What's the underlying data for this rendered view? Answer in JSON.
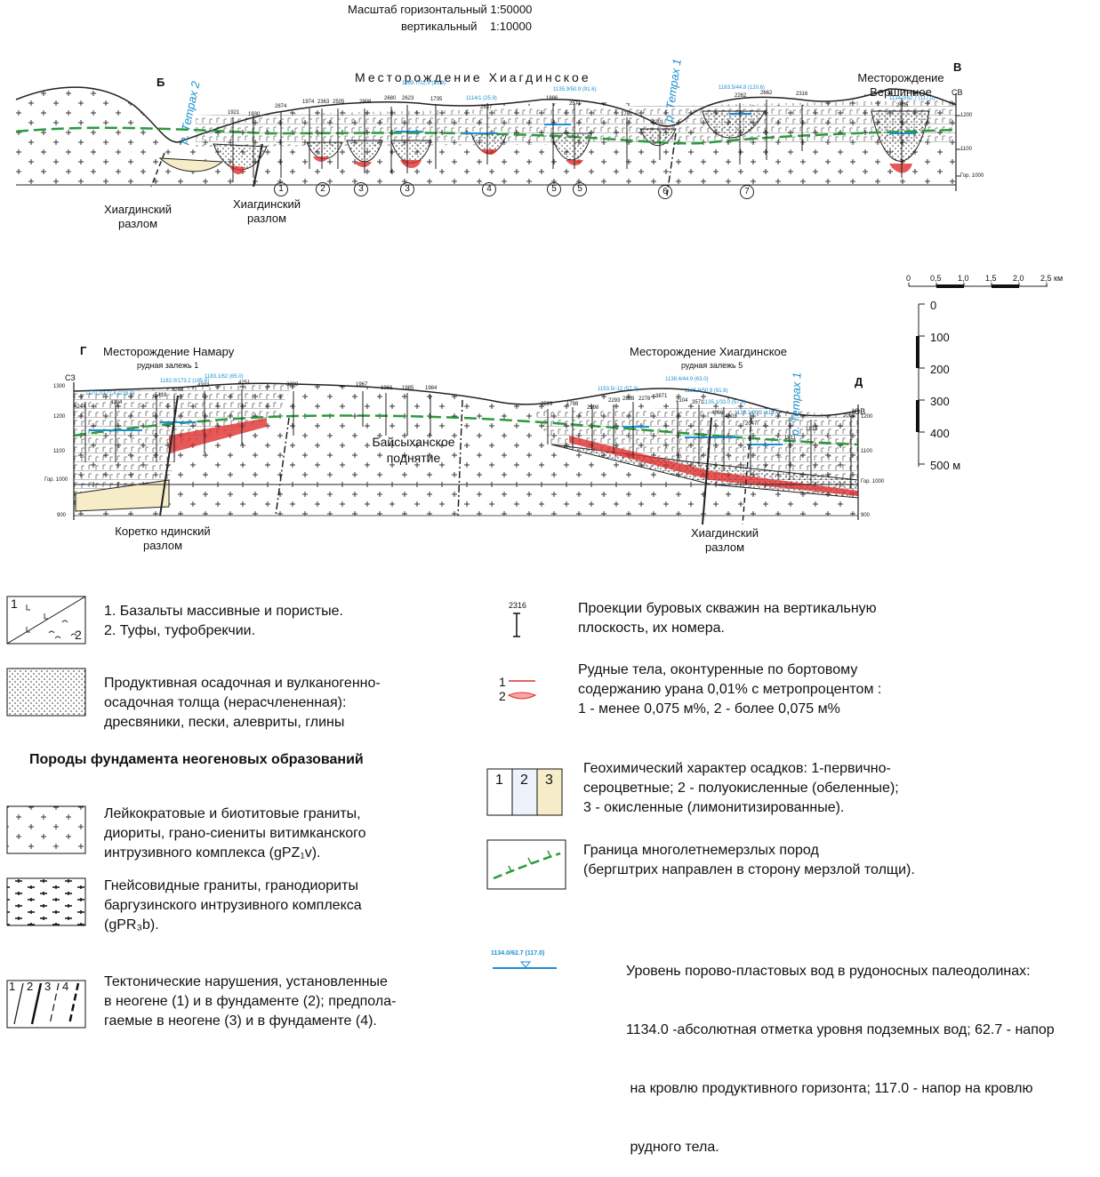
{
  "header": {
    "scale_h": "Масштаб горизонтальный 1:50000",
    "scale_v": "вертикальный    1:10000"
  },
  "section1": {
    "corner_left": "Б",
    "corner_right": "В",
    "deposit_title": "Месторождение  Хиагдинское",
    "deposit2_title_line1": "Месторождение",
    "deposit2_title_line2": "Вершинное",
    "river1": "р. Тетрах 2",
    "river2": "р. Тетрах 1",
    "dir_right": "СВ",
    "fault1_line1": "Хиагдинский",
    "fault1_line2": "разлом",
    "fault2_line1": "Хиагдинский",
    "fault2_line2": "разлом",
    "axis_ticks": [
      "1200",
      "1100",
      "Гор. 1000"
    ],
    "wells": [
      "1921",
      "1930",
      "2874",
      "1974",
      "2363",
      "2505",
      "2908",
      "2680",
      "2623",
      "1735",
      "2637",
      "1886",
      "2571",
      "1781",
      "2201",
      "2262",
      "2662",
      "2316",
      "2605"
    ],
    "water_labels": [
      "1099.7/32.9 (78.8)",
      "1114/1 (25.9)",
      "1135.9/50.9 (91.6)",
      "1163.5/44.8 (120.6)",
      "1134.0/62.7 (117.0)"
    ],
    "ore_body_numbers": [
      "1",
      "2",
      "3",
      "3",
      "4",
      "5",
      "5",
      "6",
      "7"
    ]
  },
  "scalebar": {
    "h_ticks": [
      "0",
      "0,5",
      "1,0",
      "1,5",
      "2,0",
      "2,5 км"
    ],
    "v_ticks": [
      "0",
      "100",
      "200",
      "300",
      "400",
      "500 м"
    ]
  },
  "section2": {
    "corner_left": "Г",
    "corner_right": "Д",
    "deposit1_title": "Месторождение Намару",
    "deposit1_sub": "рудная залежь 1",
    "deposit2_title": "Месторождение Хиагдинское",
    "deposit2_sub": "рудная залежь 5",
    "river": "р. Тетрах 1",
    "dir_left": "СЗ",
    "dir_right": "ЮВ",
    "uplift_line1": "Байсыханское",
    "uplift_line2": "поднятие",
    "fault1_line1": "Коретко ндинский",
    "fault1_line2": "разлом",
    "fault2_line1": "Хиагдинский",
    "fault2_line2": "разлом",
    "axis_ticks_left": [
      "1300",
      "1200",
      "1100",
      "Гор. 1000",
      "900"
    ],
    "axis_ticks_right": [
      "1200",
      "1100",
      "Гор. 1000",
      "900"
    ],
    "wells": [
      "4244",
      "4204",
      "5418",
      "4248",
      "4202",
      "4251",
      "2398",
      "1967",
      "1966",
      "1985",
      "1984",
      "2599",
      "1798",
      "2298",
      "2293",
      "2888",
      "2278",
      "3871",
      "2104",
      "3571",
      "4066",
      "4303",
      "2047",
      "1811",
      "1813",
      "2062"
    ],
    "water_labels": [
      "1170.2/177.4 (218.4)",
      "1182.0/173.2 (195.6)",
      "1183.1/62 (65.0)",
      "1153.5/-12 (57.3)",
      "1138.4/44.9 (63.0)",
      "1135.9/50.9 (91.6)",
      "1135.1/33.0 (57.8)",
      "1123.1/80.2 (115.4)"
    ]
  },
  "legend": {
    "basalt_text_1": "1. Базальты массивные и пористые.",
    "basalt_text_2": "2. Туфы, туфобрекчии.",
    "basalt_box_1": "1",
    "basalt_box_2": "2",
    "productive_line1": "Продуктивная осадочная и вулканогенно-",
    "productive_line2": "осадочная толща (нерасчлененная):",
    "productive_line3": "дресвяники, пески, алевриты, глины",
    "basement_heading": "Породы фундамента  неогеновых образований",
    "granite_line1": "Лейкократовые и биотитовые граниты,",
    "granite_line2": "диориты, грано-сиениты витимканского",
    "granite_line3": "интрузивного комплекса (gPZ₁v).",
    "gneiss_line1": "Гнейсовидные граниты, гранодиориты",
    "gneiss_line2": "баргузинского интрузивного комплекса",
    "gneiss_line3": "(gPR₃b).",
    "tect_line1": "Тектонические нарушения, установленные",
    "tect_line2": "в неогене (1) и в фундаменте (2); предпола-",
    "tect_line3": "гаемые в неогене (3) и в фундаменте (4).",
    "tect_box_labels": [
      "1",
      "2",
      "3",
      "4"
    ],
    "well_sample": "2316",
    "well_line1": "Проекции буровых скважин на вертикальную",
    "well_line2": "плоскость, их номера.",
    "ore_key_1": "1",
    "ore_key_2": "2",
    "ore_line1": "Рудные тела, оконтуренные по бортовому",
    "ore_line2": "содержанию урана 0,01% с  метропроцентом :",
    "ore_line3": "1 - менее 0,075 м%, 2 - более 0,075 м%",
    "geochem_boxes": [
      "1",
      "2",
      "3"
    ],
    "geochem_line1": "Геохимический характер осадков: 1-первично-",
    "geochem_line2": "сероцветные; 2 - полуокисленные (обеленные);",
    "geochem_line3": "3 - окисленные (лимонитизированные).",
    "perma_line1": "Граница многолетнемерзлых пород",
    "perma_line2": "(бергштрих направлен в сторону мерзлой толщи).",
    "water_sample": "1134.0/62.7 (117.0)",
    "water_line1": "Уровень порово-пластовых вод в рудоносных палеодолинах:",
    "water_line2": "1134.0 -абсолютная отметка уровня подземных вод; 62.7 - напор",
    "water_line3": " на кровлю продуктивного горизонта; 117.0 - напор на кровлю",
    "water_line4": " рудного тела."
  },
  "colors": {
    "water_blue": "#1b8fd1",
    "permafrost_green": "#2a9a3c",
    "ore_red": "#e03030",
    "oxidized_yellow": "#f7ecc8",
    "semi_oxidized_blue": "#eef3fb"
  }
}
